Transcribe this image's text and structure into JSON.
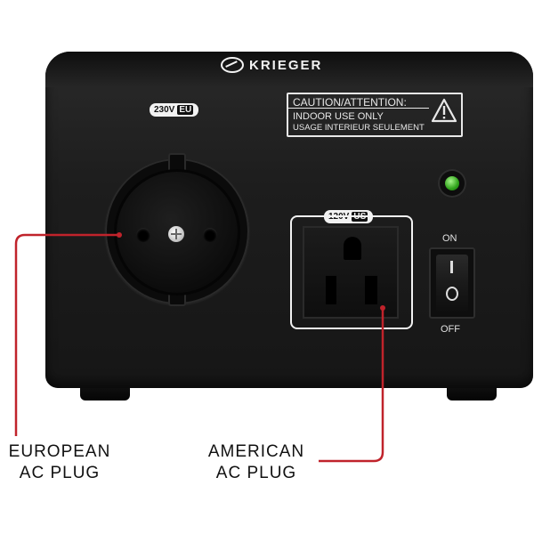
{
  "device": {
    "brand": "KRIEGER",
    "caution": {
      "title": "CAUTION/ATTENTION:",
      "line1": "INDOOR USE ONLY",
      "line2": "USAGE INTERIEUR SEULEMENT",
      "icon": "warning-triangle-icon"
    },
    "eu_outlet": {
      "voltage": "230V",
      "region": "EU"
    },
    "us_outlet": {
      "voltage": "120V",
      "region": "US"
    },
    "switch": {
      "on_label": "ON",
      "off_label": "OFF",
      "on_glyph": "I",
      "off_glyph": "O"
    },
    "power_led": {
      "state": "on",
      "color": "#2fa21a"
    }
  },
  "callouts": {
    "eu_label_line1": "EUROPEAN",
    "eu_label_line2": "AC PLUG",
    "us_label_line1": "AMERICAN",
    "us_label_line2": "AC PLUG",
    "line_color": "#c0232b"
  }
}
